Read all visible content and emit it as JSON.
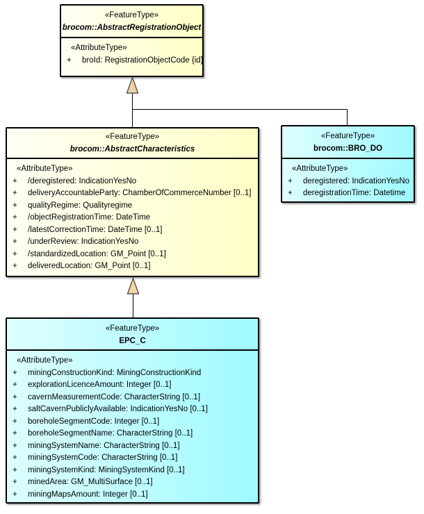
{
  "diagram": {
    "colors": {
      "yellow_fill_left": "#fffff4",
      "yellow_fill_right": "#ffffc6",
      "cyan_fill_left": "#defeff",
      "cyan_fill_right": "#9efaff",
      "border": "#000000",
      "connector_line": "#000000",
      "triangle_fill": "#efd5a6",
      "triangle_stroke": "#3d3d3d"
    },
    "classes": [
      {
        "stereotype": "«FeatureType»",
        "name": "brocom::AbstractRegistrationObject",
        "abstract": true,
        "attr_header": "«AttributeType»",
        "attributes": [
          {
            "vis": "+",
            "text": "broId: RegistrationObjectCode {id}"
          }
        ]
      },
      {
        "stereotype": "«FeatureType»",
        "name": "brocom::AbstractCharacteristics",
        "abstract": true,
        "attr_header": "«AttributeType»",
        "attributes": [
          {
            "vis": "+",
            "text": "/deregistered: IndicationYesNo"
          },
          {
            "vis": "+",
            "text": "deliveryAccountableParty: ChamberOfCommerceNumber [0..1]"
          },
          {
            "vis": "+",
            "text": "qualityRegime: Qualityregime"
          },
          {
            "vis": "+",
            "text": "/objectRegistrationTime: DateTime"
          },
          {
            "vis": "+",
            "text": "/latestCorrectionTime: DateTime [0..1]"
          },
          {
            "vis": "+",
            "text": "/underReview: IndicationYesNo"
          },
          {
            "vis": "+",
            "text": "/standardizedLocation: GM_Point [0..1]"
          },
          {
            "vis": "+",
            "text": "deliveredLocation: GM_Point [0..1]"
          }
        ]
      },
      {
        "stereotype": "«FeatureType»",
        "name": "brocom::BRO_DO",
        "abstract": false,
        "attr_header": "«AttributeType»",
        "attributes": [
          {
            "vis": "+",
            "text": "deregistered: IndicationYesNo"
          },
          {
            "vis": "+",
            "text": "deregistrationTime: Datetime"
          }
        ]
      },
      {
        "stereotype": "«FeatureType»",
        "name": "EPC_C",
        "abstract": false,
        "attr_header": "«AttributeType»",
        "attributes": [
          {
            "vis": "+",
            "text": "miningConstructionKind: MiningConstructionKind"
          },
          {
            "vis": "+",
            "text": "explorationLicenceAmount: Integer [0..1]"
          },
          {
            "vis": "+",
            "text": "cavernMeasurementCode: CharacterString [0..1]"
          },
          {
            "vis": "+",
            "text": "saltCavernPubliclyAvailable: IndicationYesNo [0..1]"
          },
          {
            "vis": "+",
            "text": "boreholeSegmentCode: Integer [0..1]"
          },
          {
            "vis": "+",
            "text": "boreholeSegmentName: CharacterString [0..1]"
          },
          {
            "vis": "+",
            "text": "miningSystemName: CharacterString [0..1]"
          },
          {
            "vis": "+",
            "text": "miningSystemCode: CharacterString [0..1]"
          },
          {
            "vis": "+",
            "text": "miningSystemKind: MiningSystemKind [0..1]"
          },
          {
            "vis": "+",
            "text": "minedArea: GM_MultiSurface [0..1]"
          },
          {
            "vis": "+",
            "text": "miningMapsAmount: Integer [0..1]"
          }
        ]
      }
    ],
    "relations": [
      {
        "type": "generalization",
        "from": "brocom::AbstractCharacteristics",
        "to": "brocom::AbstractRegistrationObject"
      },
      {
        "type": "generalization",
        "from": "brocom::BRO_DO",
        "to": "brocom::AbstractRegistrationObject"
      },
      {
        "type": "generalization",
        "from": "EPC_C",
        "to": "brocom::AbstractCharacteristics"
      }
    ]
  }
}
